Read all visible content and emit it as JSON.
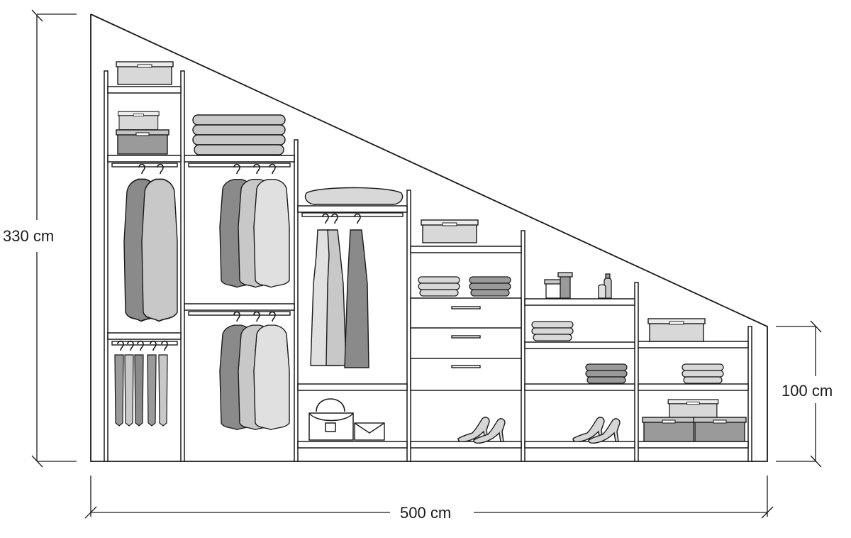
{
  "dimensions": {
    "height_label": "330 cm",
    "knee_wall_label": "100 cm",
    "width_label": "500 cm"
  },
  "colors": {
    "line": "#1a1a1a",
    "dark_garment": "#8a8a8a",
    "light_garment": "#c8c8c8",
    "pale_garment": "#e0e0e0",
    "dark_box": "#9a9a9a",
    "light_box": "#d8d8d8"
  }
}
